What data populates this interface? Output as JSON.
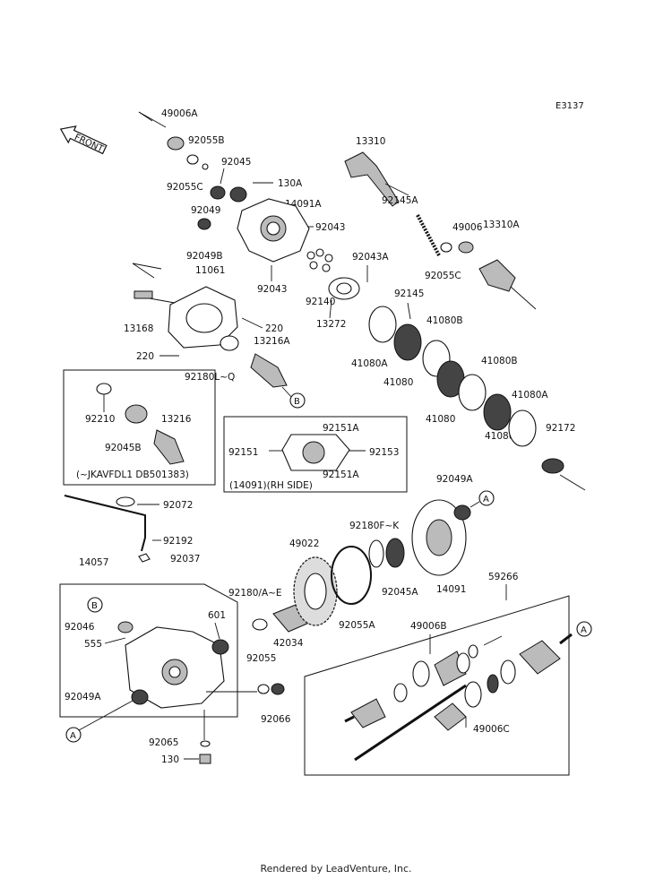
{
  "diagram_code": "E3137",
  "front_label": "FRONT",
  "callout_a": "A",
  "callout_b": "B",
  "parts": {
    "p49006A": "49006A",
    "p92055B": "92055B",
    "p92045": "92045",
    "p92055C_1": "92055C",
    "p92049": "92049",
    "p130A": "130A",
    "p14091A": "14091A",
    "p92043_1": "92043",
    "p92049B": "92049B",
    "p92043_2": "92043",
    "p11061": "11061",
    "p13168": "13168",
    "p220_1": "220",
    "p220_2": "220",
    "p92180LQ": "92180L~Q",
    "p13216A": "13216A",
    "p13310": "13310",
    "p92145A": "92145A",
    "p49006": "49006",
    "p13310A": "13310A",
    "p92055C_2": "92055C",
    "p92043A": "92043A",
    "p92145": "92145",
    "p92140": "92140",
    "p13272": "13272",
    "p41080B_1": "41080B",
    "p41080A_1": "41080A",
    "p41080_1": "41080",
    "p41080B_2": "41080B",
    "p41080_2": "41080",
    "p41080A_2": "41080A",
    "p41080_3": "41080",
    "p92172": "92172",
    "p92210": "92210",
    "p92045B": "92045B",
    "p13216": "13216",
    "p92151A_1": "92151A",
    "p92151": "92151",
    "p92153": "92153",
    "p92151A_2": "92151A",
    "p92072": "92072",
    "p92192": "92192",
    "p92037": "92037",
    "p14057": "14057",
    "p92046": "92046",
    "p555": "555",
    "p601": "601",
    "p92180AE": "92180/A~E",
    "p49022": "49022",
    "p92180FK": "92180F~K",
    "p92049A": "92049A",
    "p92045A": "92045A",
    "p14091": "14091",
    "p42034": "42034",
    "p92055A": "92055A",
    "p92055": "92055",
    "p92049A_2": "92049A",
    "p92066": "92066",
    "p92065": "92065",
    "p130": "130",
    "p59266": "59266",
    "p49006B": "49006B",
    "p49006C": "49006C"
  },
  "notes": {
    "serial_note": "(~JKAVFDL1 DB501383)",
    "rh_side_note": "(14091)(RH SIDE)"
  },
  "footer": "Rendered by LeadVenture, Inc."
}
